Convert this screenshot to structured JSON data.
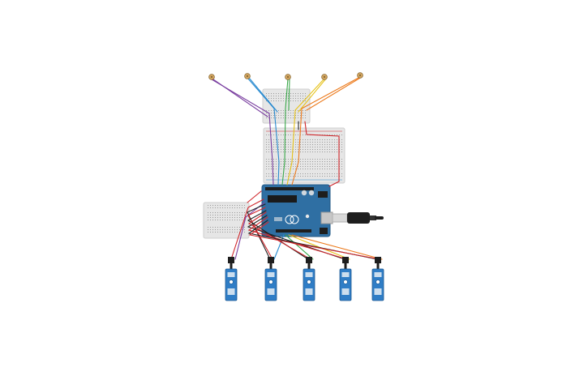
{
  "canvas": {
    "background": "#ffffff"
  },
  "components": {
    "flex_sensor_count": 5,
    "servo_count": 5,
    "breadboard_count": 3,
    "microcontroller": "arduino-uno",
    "usb_cable": true
  },
  "colors": {
    "wire_purple": "#7a3fa0",
    "wire_blue": "#2a8bd0",
    "wire_green": "#3aa84a",
    "wire_yellow": "#e6c21a",
    "wire_orange": "#ec7a1c",
    "wire_red": "#d0262b",
    "wire_black": "#222222",
    "arduino_blue": "#2f6fa3",
    "servo_blue": "#2f7dc6",
    "breadboard": "#e6e6e6",
    "flex_sensor": "#d6a862"
  }
}
